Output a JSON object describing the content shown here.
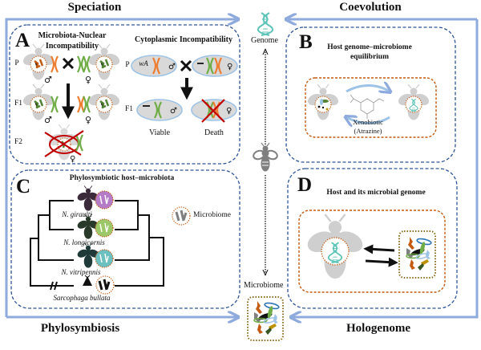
{
  "section_titles": {
    "speciation": "Speciation",
    "coevolution": "Coevolution",
    "phylosymbiosis": "Phylosymbiosis",
    "hologenome": "Hologenome"
  },
  "center": {
    "genome_label": "Genome",
    "microbiome_label": "Microbiome",
    "genome_icon": "dna-icon",
    "host_icon": "bee-icon"
  },
  "panel_a": {
    "letter": "A",
    "left_title": "Microbiota-Nuclear\nIncompatibility",
    "left_title_line1": "Microbiota-Nuclear",
    "left_title_line2": "Incompatibility",
    "right_title": "Cytoplasmic Incompatibility",
    "generations": [
      "P",
      "F1",
      "F2"
    ],
    "ci_generations": [
      "P",
      "F1"
    ],
    "wolbachia_label": "wA",
    "absent_symbol": "—",
    "male_symbol": "♂",
    "female_symbol": "♀",
    "cross_symbol": "✕",
    "viable_label": "Viable",
    "death_label": "Death"
  },
  "panel_b": {
    "letter": "B",
    "title_line1": "Host genome–microbiome",
    "title_line2": "equilibrium",
    "xenobiotic_line1": "Xenobiotic",
    "xenobiotic_line2": "(Atrazine)"
  },
  "panel_c": {
    "letter": "C",
    "title": "Phylosymbiotic host–microbiota",
    "species": [
      {
        "name": "N. giraulti",
        "host_color": "#3a2a3a",
        "microbiome_color": "#b47cc7"
      },
      {
        "name": "N. longicornis",
        "host_color": "#2a3a2a",
        "microbiome_color": "#9cc86a"
      },
      {
        "name": "N. vitripennis",
        "host_color": "#1f3a38",
        "microbiome_color": "#6cc0c0"
      },
      {
        "name": "Sarcophaga bullata",
        "host_color": "#222222",
        "microbiome_color": "#333333"
      }
    ],
    "legend_label": "Microbiome"
  },
  "panel_d": {
    "letter": "D",
    "title": "Host and its microbial genome"
  },
  "colors": {
    "frame_blue": "#8faadc",
    "panel_dash_blue": "#2f5597",
    "inner_dash_orange": "#c55a11",
    "microbe_box_dots": "#8c6d1f",
    "dna_teal": "#5fc4b8",
    "host_gray": "#c8c8c8",
    "bee_dark_gray": "#7f7f7f",
    "cross_red": "#c00000",
    "chrom_orange": "#ed7d31",
    "chrom_green": "#70ad47",
    "cell_fill": "#d9d9d9",
    "cell_stroke": "#9dc3e6"
  }
}
